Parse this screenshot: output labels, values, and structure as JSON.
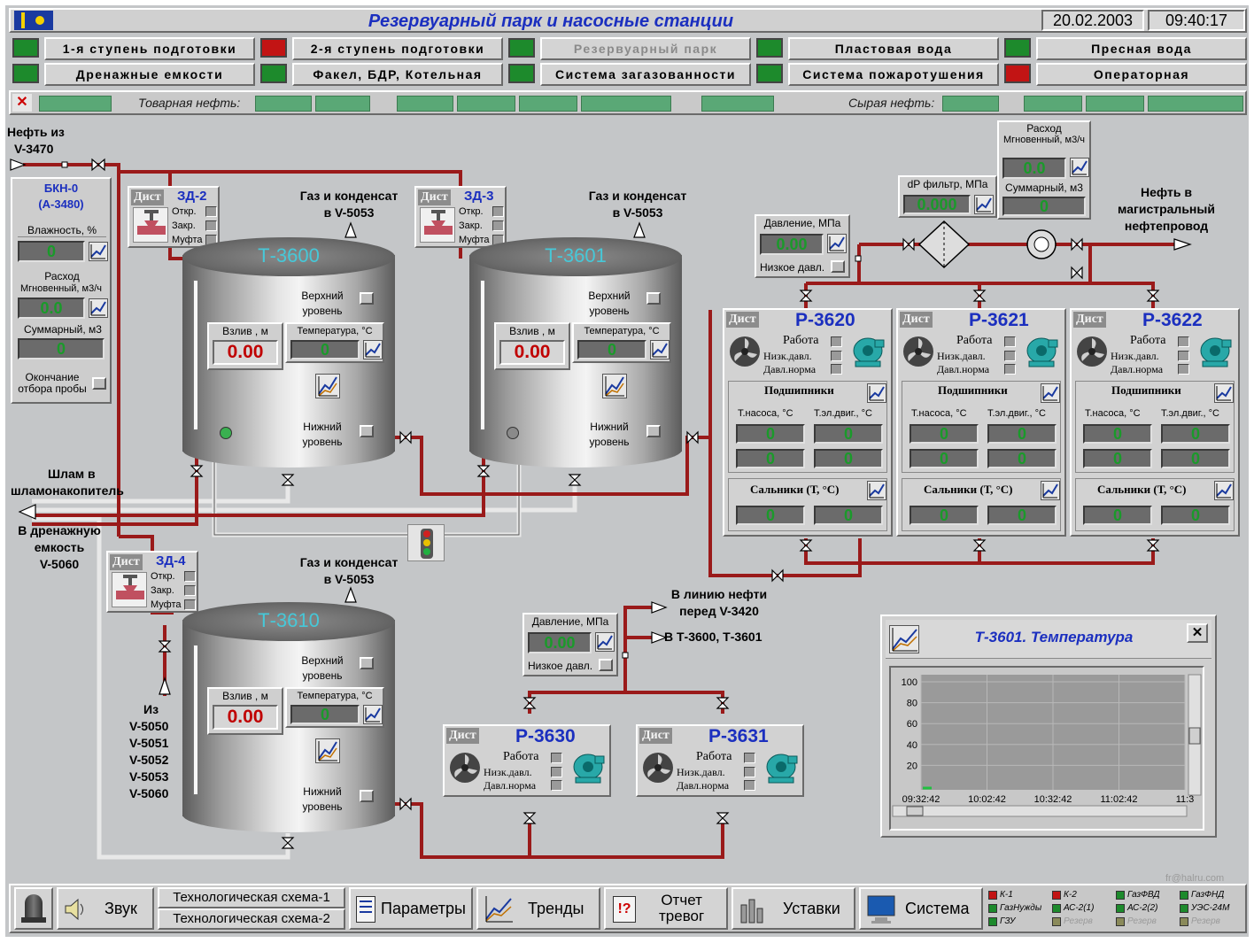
{
  "app": {
    "title": "Резервуарный парк и насосные станции",
    "date": "20.02.2003",
    "time": "09:40:17"
  },
  "colors": {
    "background": "#c4c6c8",
    "pipe_red": "#9a1a1a",
    "pipe_gray": "#d8d8d8",
    "alarm_green": "#1d8a2c",
    "alarm_red": "#c21414",
    "value_green": "#1a9a2a",
    "value_red": "#c00000",
    "title_blue": "#1b2fbf",
    "tank_label_cyan": "#46c8d8"
  },
  "nav": {
    "row1": [
      {
        "label": "1-я ступень подготовки",
        "status": "green"
      },
      {
        "label": "2-я ступень подготовки",
        "status": "red"
      },
      {
        "label": "Резервуарный парк",
        "status": "green"
      },
      {
        "label": "Пластовая вода",
        "status": "green"
      },
      {
        "label": "Пресная вода",
        "status": "green"
      }
    ],
    "row2": [
      {
        "label": "Дренажные емкости",
        "status": "green"
      },
      {
        "label": "Факел, БДР, Котельная",
        "status": "green"
      },
      {
        "label": "Система загазованности",
        "status": "green"
      },
      {
        "label": "Система пожаротушения",
        "status": "green"
      },
      {
        "label": "Операторная",
        "status": "red"
      }
    ]
  },
  "tankbar": {
    "close_glyph": "✕",
    "commodity_label": "Товарная нефть:",
    "raw_label": "Сырая нефть:"
  },
  "inlet": {
    "label_line1": "Нефть из",
    "label_line2": "V-3470"
  },
  "bkn": {
    "title_line1": "БКН-0",
    "title_line2": "(А-3480)",
    "humidity_label": "Влажность, %",
    "humidity_value": "0",
    "flow_label": "Расход",
    "instant_label": "Мгновенный, м3/ч",
    "instant_value": "0.0",
    "total_label": "Суммарный, м3",
    "total_value": "0",
    "sample_line1": "Окончание",
    "sample_line2": "отбора пробы"
  },
  "valves": [
    {
      "dist": "Дист",
      "name": "ЗД-2",
      "open": "Откр.",
      "closed": "Закр.",
      "coupling": "Муфта"
    },
    {
      "dist": "Дист",
      "name": "ЗД-3",
      "open": "Откр.",
      "closed": "Закр.",
      "coupling": "Муфта"
    },
    {
      "dist": "Дист",
      "name": "ЗД-4",
      "open": "Откр.",
      "closed": "Закр.",
      "coupling": "Муфта"
    }
  ],
  "gas_labels": {
    "line1": "Газ и конденсат",
    "line2": "в V-5053"
  },
  "tanks": [
    {
      "name": "Т-3600",
      "upper": "Верхний",
      "upper2": "уровень",
      "lower": "Нижний",
      "lower2": "уровень",
      "fill_label": "Взлив , м",
      "fill_value": "0.00",
      "temp_label": "Температура, °С",
      "temp_value": "0"
    },
    {
      "name": "Т-3601",
      "upper": "Верхний",
      "upper2": "уровень",
      "lower": "Нижний",
      "lower2": "уровень",
      "fill_label": "Взлив , м",
      "fill_value": "0.00",
      "temp_label": "Температура, °С",
      "temp_value": "0"
    },
    {
      "name": "Т-3610",
      "upper": "Верхний",
      "upper2": "уровень",
      "lower": "Нижний",
      "lower2": "уровень",
      "fill_label": "Взлив , м",
      "fill_value": "0.00",
      "temp_label": "Температура, °С",
      "temp_value": "0"
    }
  ],
  "sludge": {
    "line1": "Шлам в",
    "line2": "шламонакопитель"
  },
  "drain": {
    "line1": "В дренажную",
    "line2": "емкость",
    "line3": "V-5060"
  },
  "from_list": {
    "title": "Из",
    "items": [
      "V-5050",
      "V-5051",
      "V-5052",
      "V-5053",
      "V-5060"
    ]
  },
  "filter": {
    "label": "dP фильтр, МПа",
    "value": "0.000"
  },
  "flow_right": {
    "label": "Расход",
    "instant_label": "Мгновенный, м3/ч",
    "instant_value": "0.0",
    "total_label": "Суммарный, м3",
    "total_value": "0"
  },
  "pressure_top": {
    "label": "Давление, МПа",
    "value": "0.00",
    "low": "Низкое давл."
  },
  "outlet": {
    "line1": "Нефть в",
    "line2": "магистральный",
    "line3": "нефтепровод"
  },
  "pumps_big": [
    {
      "dist": "Дист",
      "name": "Р-3620",
      "work": "Работа",
      "low": "Низк.давл.",
      "norm": "Давл.норма",
      "bearings": "Подшипники",
      "pump_t": "Т.насоса, °С",
      "motor_t": "Т.эл.двиг., °С",
      "b1": "0",
      "b2": "0",
      "b3": "0",
      "b4": "0",
      "seals": "Сальники (Т, °С)",
      "s1": "0",
      "s2": "0"
    },
    {
      "dist": "Дист",
      "name": "Р-3621",
      "work": "Работа",
      "low": "Низк.давл.",
      "norm": "Давл.норма",
      "bearings": "Подшипники",
      "pump_t": "Т.насоса, °С",
      "motor_t": "Т.эл.двиг., °С",
      "b1": "0",
      "b2": "0",
      "b3": "0",
      "b4": "0",
      "seals": "Сальники (Т, °С)",
      "s1": "0",
      "s2": "0"
    },
    {
      "dist": "Дист",
      "name": "Р-3622",
      "work": "Работа",
      "low": "Низк.давл.",
      "norm": "Давл.норма",
      "bearings": "Подшипники",
      "pump_t": "Т.насоса, °С",
      "motor_t": "Т.эл.двиг., °С",
      "b1": "0",
      "b2": "0",
      "b3": "0",
      "b4": "0",
      "seals": "Сальники (Т, °С)",
      "s1": "0",
      "s2": "0"
    }
  ],
  "pressure_mid": {
    "label": "Давление, МПа",
    "value": "0.00",
    "low": "Низкое давл."
  },
  "line_labels": {
    "a1": "В линию нефти",
    "a2": "перед V-3420",
    "b": "В Т-3600, Т-3601"
  },
  "pumps_small": [
    {
      "dist": "Дист",
      "name": "Р-3630",
      "work": "Работа",
      "low": "Низк.давл.",
      "norm": "Давл.норма"
    },
    {
      "dist": "Дист",
      "name": "Р-3631",
      "work": "Работа",
      "low": "Низк.давл.",
      "norm": "Давл.норма"
    }
  ],
  "trend": {
    "title": "Т-3601. Температура",
    "close_glyph": "✕",
    "y_ticks": [
      "100",
      "80",
      "60",
      "40",
      "20"
    ],
    "x_ticks": [
      "09:32:42",
      "10:02:42",
      "10:32:42",
      "11:02:42",
      "11:3"
    ]
  },
  "watermark": "fr@halru.com",
  "taskbar": {
    "sound": "Звук",
    "scheme1": "Технологическая схема-1",
    "scheme2": "Технологическая схема-2",
    "params": "Параметры",
    "trends": "Тренды",
    "report_line1": "Отчет",
    "report_line2": "тревог",
    "settings": "Уставки",
    "system": "Система",
    "legend": [
      {
        "label": "К-1",
        "color": "#c21414"
      },
      {
        "label": "К-2",
        "color": "#c21414"
      },
      {
        "label": "ГазФВД",
        "color": "#1d8a2c"
      },
      {
        "label": "ГазФНД",
        "color": "#1d8a2c"
      },
      {
        "label": "ГазНужды",
        "color": "#1d8a2c"
      },
      {
        "label": "АС-2(1)",
        "color": "#1d8a2c"
      },
      {
        "label": "АС-2(2)",
        "color": "#1d8a2c"
      },
      {
        "label": "УЭС-24М",
        "color": "#1d8a2c"
      },
      {
        "label": "ГЗУ",
        "color": "#1d8a2c"
      },
      {
        "label": "Резерв",
        "color": "#8a8a5a"
      },
      {
        "label": "Резерв",
        "color": "#8a8a5a"
      },
      {
        "label": "Резерв",
        "color": "#8a8a5a"
      }
    ]
  }
}
